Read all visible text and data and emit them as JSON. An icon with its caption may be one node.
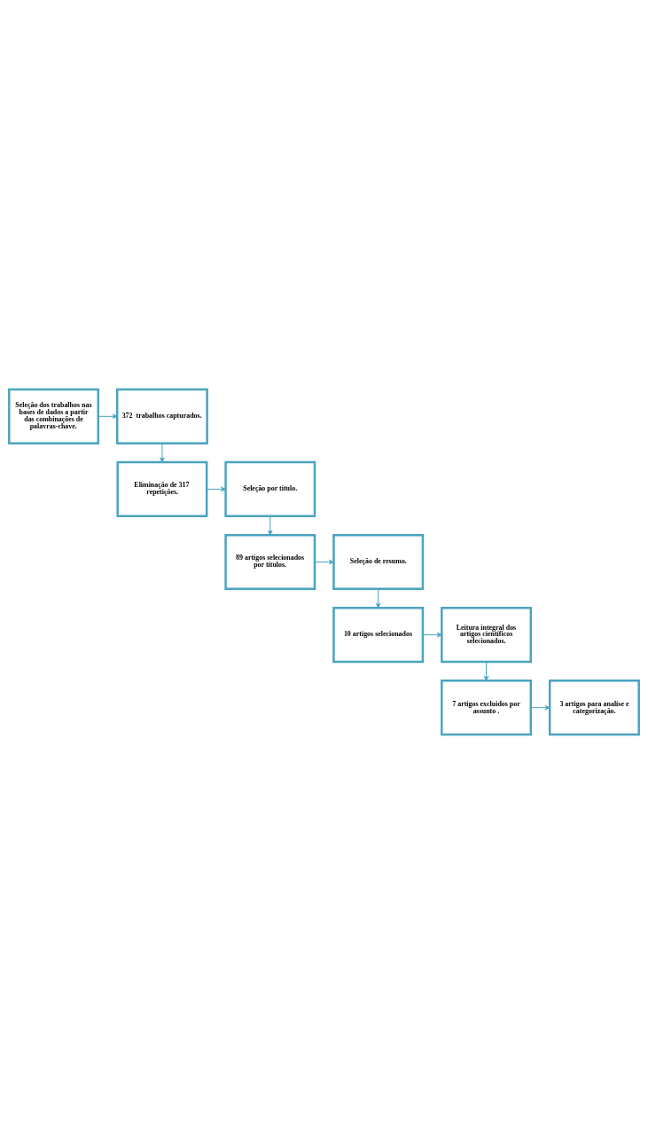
{
  "diagram": {
    "nodes": [
      {
        "text": [
          "Seleção dos trabalhos nas bases de dados a partir das combinações de palavras-chave."
        ]
      },
      {
        "text": [
          "372  trabalhos capturados."
        ]
      },
      {
        "text": [
          "Eliminação de 317 repetições."
        ]
      },
      {
        "text": [
          "Seleção por titulo."
        ]
      },
      {
        "text": [
          "89 artigos selecionados por titulos."
        ]
      },
      {
        "text": [
          "Seleção de resumo."
        ]
      },
      {
        "text": [
          "10 artigos selecionados"
        ]
      },
      {
        "text": [
          "Leitura integral dos artigos científicos selecionados."
        ]
      },
      {
        "text": [
          "7 artigos excluidos por assunto ."
        ]
      },
      {
        "text": [
          "3 artigos para analíse e categorização."
        ]
      }
    ],
    "edges": [
      {
        "from": 0,
        "to": 1,
        "arrow": "to"
      },
      {
        "from": 1,
        "to": 2,
        "arrow": "to"
      },
      {
        "from": 2,
        "to": 3,
        "arrow": "to"
      },
      {
        "from": 3,
        "to": 4,
        "arrow": "to"
      },
      {
        "from": 4,
        "to": 5,
        "arrow": "to"
      },
      {
        "from": 5,
        "to": 6,
        "arrow": "to"
      },
      {
        "from": 6,
        "to": 7,
        "arrow": "to"
      },
      {
        "from": 7,
        "to": 8,
        "arrow": "to"
      },
      {
        "from": 8,
        "to": 9,
        "arrow": "to"
      }
    ]
  }
}
